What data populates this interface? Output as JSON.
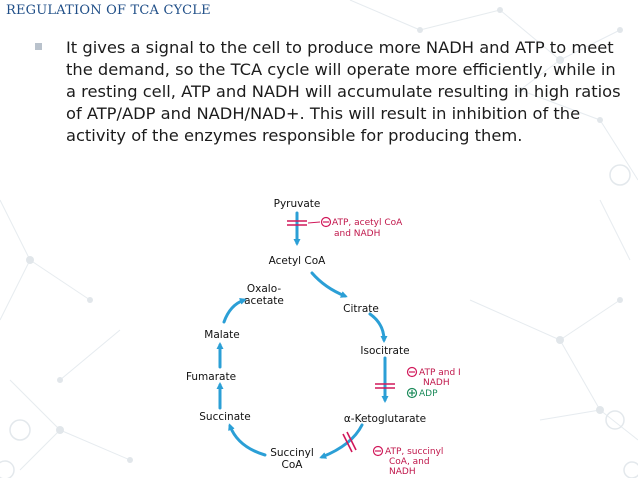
{
  "slide": {
    "title": "REGULATION OF TCA CYCLE",
    "bullet": "It gives a signal to the cell to produce more NADH and ATP to meet the demand, so the TCA cycle will operate more efficiently, while in a resting cell, ATP and NADH will accumulate resulting in high ratios of ATP/ADP and NADH/NAD+. This will result in inhibition of the activity of the enzymes responsible for producing them."
  },
  "diagram": {
    "nodes": {
      "pyruvate": "Pyruvate",
      "acetyl_coa": "Acetyl CoA",
      "oxaloacetate_1": "Oxalo-",
      "oxaloacetate_2": "acetate",
      "citrate": "Citrate",
      "isocitrate": "Isocitrate",
      "ketoglutarate": "α-Ketoglutarate",
      "succinyl_1": "Succinyl",
      "succinyl_2": "CoA",
      "succinate": "Succinate",
      "fumarate": "Fumarate",
      "malate": "Malate"
    },
    "regulators": {
      "pdh_1": "ATP, acetyl CoA",
      "pdh_2": "and NADH",
      "idh_1": "ATP and I",
      "idh_2": "NADH",
      "idh_act": "ADP",
      "kgdh_1": "ATP, succinyl",
      "kgdh_2": "CoA, and",
      "kgdh_3": "NADH"
    },
    "colors": {
      "arrow": "#2b9fd6",
      "inhibit": "#d1185a",
      "activate": "#1b8a5a"
    }
  }
}
